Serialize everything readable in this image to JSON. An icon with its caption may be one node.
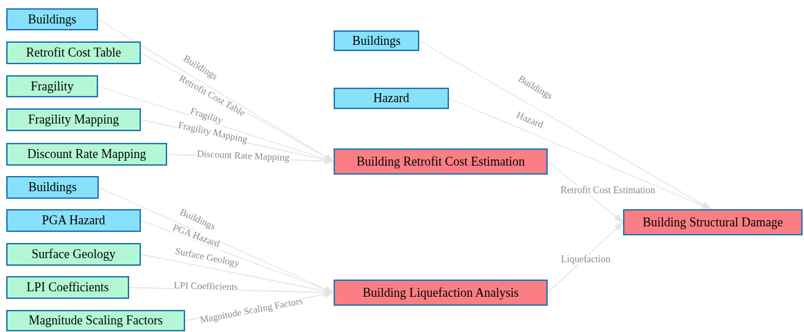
{
  "diagram": {
    "nodes": [
      {
        "text": [
          "Buildings"
        ]
      },
      {
        "text": [
          "Retrofit Cost Table"
        ]
      },
      {
        "text": [
          "Fragility"
        ]
      },
      {
        "text": [
          "Fragility Mapping"
        ]
      },
      {
        "text": [
          "Discount Rate Mapping"
        ]
      },
      {
        "text": [
          "Buildings"
        ]
      },
      {
        "text": [
          "PGA Hazard"
        ]
      },
      {
        "text": [
          "Surface Geology"
        ]
      },
      {
        "text": [
          "LPI Coefficients"
        ]
      },
      {
        "text": [
          "Magnitude Scaling Factors"
        ]
      },
      {
        "text": [
          "Buildings"
        ]
      },
      {
        "text": [
          "Hazard"
        ]
      },
      {
        "text": [
          "Building Retrofit Cost Estimation"
        ]
      },
      {
        "text": [
          "Building Liquefaction Analysis"
        ]
      },
      {
        "text": [
          "Building Structural Damage"
        ]
      }
    ],
    "edges": [
      {
        "from": 0,
        "to": 12,
        "arrow": "to",
        "label": "Buildings"
      },
      {
        "from": 1,
        "to": 12,
        "arrow": "to",
        "label": "Retrofit Cost Table"
      },
      {
        "from": 2,
        "to": 12,
        "arrow": "to",
        "label": "Fragility"
      },
      {
        "from": 3,
        "to": 12,
        "arrow": "to",
        "label": "Fragility Mapping"
      },
      {
        "from": 4,
        "to": 12,
        "arrow": "to",
        "label": "Discount Rate Mapping"
      },
      {
        "from": 5,
        "to": 13,
        "arrow": "to",
        "label": "Buildings"
      },
      {
        "from": 6,
        "to": 13,
        "arrow": "to",
        "label": "PGA Hazard"
      },
      {
        "from": 7,
        "to": 13,
        "arrow": "to",
        "label": "Surface Geology"
      },
      {
        "from": 8,
        "to": 13,
        "arrow": "to",
        "label": "LPI Coefficients"
      },
      {
        "from": 9,
        "to": 13,
        "arrow": "to",
        "label": "Magnitude Scaling Factors"
      },
      {
        "from": 10,
        "to": 14,
        "arrow": "to",
        "label": "Buildings"
      },
      {
        "from": 11,
        "to": 14,
        "arrow": "to",
        "label": "Hazard"
      },
      {
        "from": 12,
        "to": 14,
        "arrow": "to",
        "label": "Retrofit Cost Estimation"
      },
      {
        "from": 13,
        "to": 14,
        "arrow": "to",
        "label": "Liquefaction"
      }
    ]
  }
}
